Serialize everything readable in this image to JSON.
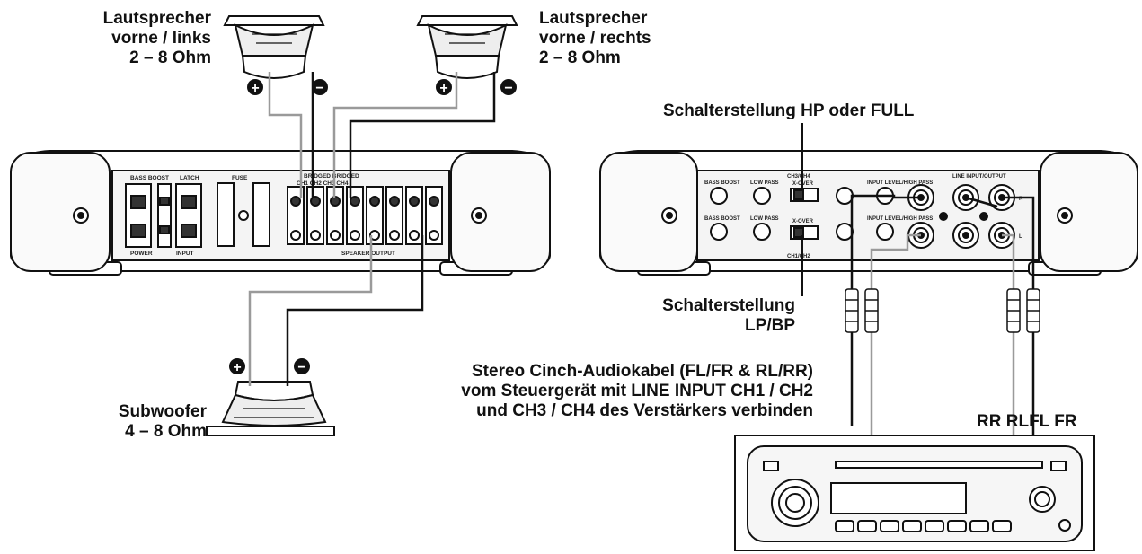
{
  "labels": {
    "speaker_front_left": {
      "line1": "Lautsprecher",
      "line2": "vorne / links",
      "line3": "2 – 8 Ohm"
    },
    "speaker_front_right": {
      "line1": "Lautsprecher",
      "line2": "vorne / rechts",
      "line3": "2 – 8 Ohm"
    },
    "subwoofer": {
      "line1": "Subwoofer",
      "line2": "4 – 8 Ohm"
    },
    "switch_hp_full": "Schalterstellung HP oder FULL",
    "switch_lp_bp": {
      "line1": "Schalterstellung",
      "line2": "LP/BP"
    },
    "cinch_note": {
      "line1": "Stereo Cinch-Audiokabel (FL/FR & RL/RR)",
      "line2": "vom Steuergerät mit LINE INPUT CH1 / CH2",
      "line3": "und CH3 / CH4 des Verstärkers verbinden"
    },
    "channels": {
      "rr": "RR",
      "rl": "RL",
      "fl": "FL",
      "fr": "FR"
    }
  },
  "polarity": {
    "plus": "+",
    "minus": "−"
  },
  "amp_left_panel": {
    "bass_boost": "BASS BOOST",
    "latch": "LATCH",
    "fuse": "FUSE",
    "bridged": "BRIDGED BRIDGED",
    "ch_row": "CH1 CH2 CH3 CH4",
    "power": "POWER",
    "input": "INPUT",
    "speaker_output": "SPEAKER OUTPUT"
  },
  "amp_right_panel": {
    "channel_top": "CH3/CH4",
    "channel_bottom": "CH1/CH2",
    "bass_boost": "BASS BOOST",
    "low_pass": "LOW PASS",
    "x_over": "X-OVER",
    "input_level_top": "INPUT LEVEL/HIGH PASS",
    "input_level_bottom": "INPUT LEVEL/HIGH PASS",
    "line_input": "LINE INPUT/OUTPUT",
    "left_r": "R",
    "left_l": "L"
  },
  "colors": {
    "wire_dark": "#111111",
    "wire_light": "#9a9a9a",
    "outline": "#111111",
    "panel": "#f4f4f4"
  }
}
